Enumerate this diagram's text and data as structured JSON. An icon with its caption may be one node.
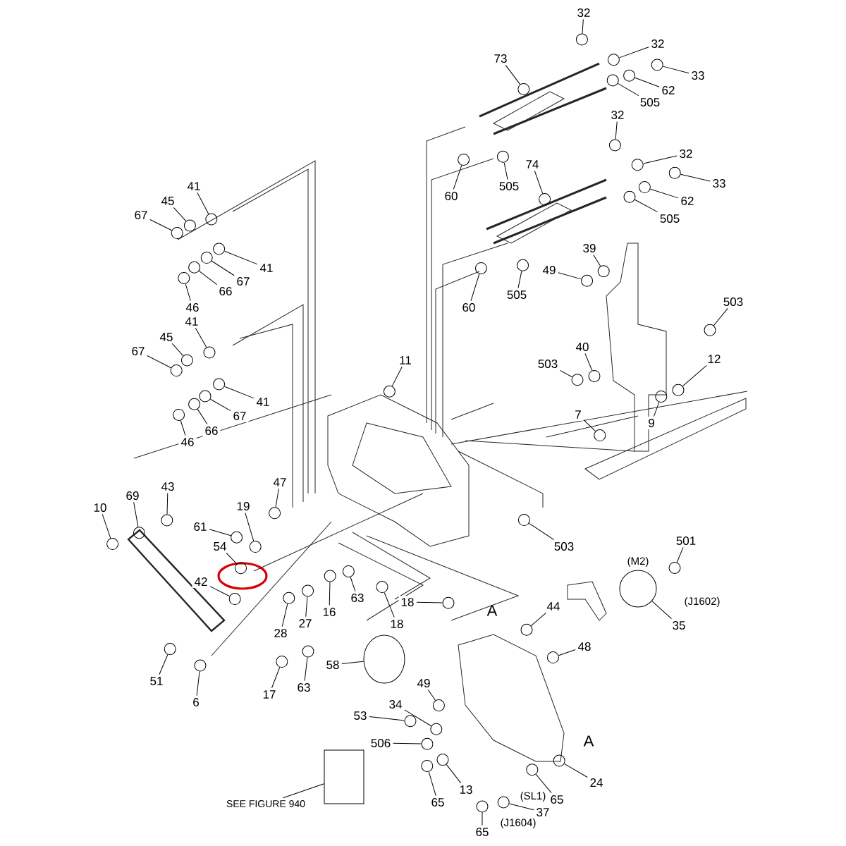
{
  "diagram": {
    "nodes": [
      {
        "text": [
          "32"
        ]
      },
      {
        "text": [
          "32"
        ]
      },
      {
        "text": [
          "73"
        ]
      },
      {
        "text": [
          "33"
        ]
      },
      {
        "text": [
          "62"
        ]
      },
      {
        "text": [
          "505"
        ]
      },
      {
        "text": [
          "32"
        ]
      },
      {
        "text": [
          "32"
        ]
      },
      {
        "text": [
          "74"
        ]
      },
      {
        "text": [
          "33"
        ]
      },
      {
        "text": [
          "62"
        ]
      },
      {
        "text": [
          "505"
        ]
      },
      {
        "text": [
          "60"
        ]
      },
      {
        "text": [
          "505"
        ]
      },
      {
        "text": [
          "60"
        ]
      },
      {
        "text": [
          "505"
        ]
      },
      {
        "text": [
          "49"
        ]
      },
      {
        "text": [
          "39"
        ]
      },
      {
        "text": [
          "503"
        ]
      },
      {
        "text": [
          "40"
        ]
      },
      {
        "text": [
          "503"
        ]
      },
      {
        "text": [
          "12"
        ]
      },
      {
        "text": [
          "9"
        ]
      },
      {
        "text": [
          "7"
        ]
      },
      {
        "text": [
          "11"
        ]
      },
      {
        "text": [
          "41"
        ]
      },
      {
        "text": [
          "45"
        ]
      },
      {
        "text": [
          "67"
        ]
      },
      {
        "text": [
          "41"
        ]
      },
      {
        "text": [
          "67"
        ]
      },
      {
        "text": [
          "66"
        ]
      },
      {
        "text": [
          "46"
        ]
      },
      {
        "text": [
          "41"
        ]
      },
      {
        "text": [
          "45"
        ]
      },
      {
        "text": [
          "67"
        ]
      },
      {
        "text": [
          "41"
        ]
      },
      {
        "text": [
          "67"
        ]
      },
      {
        "text": [
          "66"
        ]
      },
      {
        "text": [
          "46"
        ]
      },
      {
        "text": [
          "10"
        ]
      },
      {
        "text": [
          "69"
        ]
      },
      {
        "text": [
          "43"
        ]
      },
      {
        "text": [
          "47"
        ]
      },
      {
        "text": [
          "19"
        ]
      },
      {
        "text": [
          "61"
        ]
      },
      {
        "text": [
          "54"
        ]
      },
      {
        "text": [
          "42"
        ]
      },
      {
        "text": [
          "28"
        ]
      },
      {
        "text": [
          "27"
        ]
      },
      {
        "text": [
          "16"
        ]
      },
      {
        "text": [
          "63"
        ]
      },
      {
        "text": [
          "18"
        ]
      },
      {
        "text": [
          "18"
        ]
      },
      {
        "text": [
          "51"
        ]
      },
      {
        "text": [
          "6"
        ]
      },
      {
        "text": [
          "17"
        ]
      },
      {
        "text": [
          "63"
        ]
      },
      {
        "text": [
          "58"
        ]
      },
      {
        "text": [
          "503"
        ]
      },
      {
        "text": [
          "501"
        ]
      },
      {
        "text": [
          "35"
        ]
      },
      {
        "text": [
          "44"
        ]
      },
      {
        "text": [
          "48"
        ]
      },
      {
        "text": [
          "49"
        ]
      },
      {
        "text": [
          "34"
        ]
      },
      {
        "text": [
          "53"
        ]
      },
      {
        "text": [
          "506"
        ]
      },
      {
        "text": [
          "24"
        ]
      },
      {
        "text": [
          "13"
        ]
      },
      {
        "text": [
          "65"
        ]
      },
      {
        "text": [
          "65"
        ]
      },
      {
        "text": [
          "37"
        ]
      },
      {
        "text": [
          "65"
        ]
      },
      {
        "text": [
          "SEE FIGURE 940"
        ]
      },
      {
        "text": [],
        "shape": "circle"
      },
      {
        "text": [],
        "shape": "circle"
      },
      {
        "text": [],
        "shape": "circle"
      },
      {
        "text": [],
        "shape": "circle"
      },
      {
        "text": [],
        "shape": "circle"
      },
      {
        "text": [],
        "shape": "circle"
      },
      {
        "text": [],
        "shape": "circle"
      },
      {
        "text": [],
        "shape": "circle"
      },
      {
        "text": [],
        "shape": "circle"
      },
      {
        "text": [],
        "shape": "circle"
      },
      {
        "text": [],
        "shape": "circle"
      },
      {
        "text": [],
        "shape": "circle"
      },
      {
        "text": [],
        "shape": "circle"
      },
      {
        "text": [],
        "shape": "circle"
      },
      {
        "text": [],
        "shape": "circle"
      },
      {
        "text": [],
        "shape": "circle"
      },
      {
        "text": [],
        "shape": "circle"
      },
      {
        "text": [],
        "shape": "circle"
      },
      {
        "text": [],
        "shape": "circle"
      },
      {
        "text": [],
        "shape": "circle"
      },
      {
        "text": [],
        "shape": "circle"
      },
      {
        "text": [],
        "shape": "circle"
      },
      {
        "text": [],
        "shape": "circle"
      },
      {
        "text": [],
        "shape": "circle"
      },
      {
        "text": [],
        "shape": "circle"
      },
      {
        "text": [],
        "shape": "circle"
      },
      {
        "text": [],
        "shape": "circle"
      },
      {
        "text": [],
        "shape": "circle"
      },
      {
        "text": [],
        "shape": "circle"
      },
      {
        "text": [],
        "shape": "circle"
      },
      {
        "text": [],
        "shape": "circle"
      },
      {
        "text": [],
        "shape": "circle"
      },
      {
        "text": [],
        "shape": "circle"
      },
      {
        "text": [],
        "shape": "circle"
      },
      {
        "text": [],
        "shape": "circle"
      },
      {
        "text": [],
        "shape": "circle"
      },
      {
        "text": [],
        "shape": "circle"
      },
      {
        "text": [],
        "shape": "circle"
      },
      {
        "text": [],
        "shape": "circle"
      },
      {
        "text": [],
        "shape": "circle"
      },
      {
        "text": [],
        "shape": "circle"
      },
      {
        "text": [],
        "shape": "circle"
      },
      {
        "text": [],
        "shape": "circle"
      },
      {
        "text": [],
        "shape": "circle"
      },
      {
        "text": [],
        "shape": "circle"
      },
      {
        "text": [],
        "shape": "circle"
      },
      {
        "text": [],
        "shape": "circle"
      },
      {
        "text": [],
        "shape": "circle"
      },
      {
        "text": [],
        "shape": "circle"
      },
      {
        "text": [],
        "shape": "circle"
      },
      {
        "text": [],
        "shape": "circle"
      },
      {
        "text": [],
        "shape": "circle"
      },
      {
        "text": [],
        "shape": "circle"
      },
      {
        "text": [],
        "shape": "circle"
      },
      {
        "text": [],
        "shape": "circle"
      },
      {
        "text": [],
        "shape": "circle"
      },
      {
        "text": [],
        "shape": "circle"
      },
      {
        "text": [],
        "shape": "circle"
      },
      {
        "text": [],
        "shape": "circle"
      },
      {
        "text": [],
        "shape": "circle"
      },
      {
        "text": [],
        "shape": "circle"
      },
      {
        "text": [],
        "shape": "circle"
      },
      {
        "text": [],
        "shape": "circle"
      },
      {
        "text": [],
        "shape": "circle"
      },
      {
        "text": [],
        "shape": "circle"
      },
      {
        "text": [],
        "shape": "circle"
      },
      {
        "text": [],
        "shape": "circle"
      },
      {
        "text": [],
        "shape": "circle"
      },
      {
        "text": [],
        "shape": "circle"
      },
      {
        "text": [],
        "shape": "circle"
      },
      {
        "text": [],
        "shape": "circle"
      },
      {
        "text": [],
        "shape": "circle"
      },
      {
        "text": [],
        "shape": "circle"
      },
      {
        "text": [],
        "shape": "box"
      }
    ],
    "edges": [
      {
        "from": 0,
        "to": 74,
        "arrow": "none"
      },
      {
        "from": 1,
        "to": 75,
        "arrow": "none"
      },
      {
        "from": 2,
        "to": 76,
        "arrow": "none"
      },
      {
        "from": 3,
        "to": 77,
        "arrow": "none"
      },
      {
        "from": 4,
        "to": 78,
        "arrow": "none"
      },
      {
        "from": 5,
        "to": 79,
        "arrow": "none"
      },
      {
        "from": 6,
        "to": 80,
        "arrow": "none"
      },
      {
        "from": 7,
        "to": 81,
        "arrow": "none"
      },
      {
        "from": 8,
        "to": 82,
        "arrow": "none"
      },
      {
        "from": 9,
        "to": 83,
        "arrow": "none"
      },
      {
        "from": 10,
        "to": 84,
        "arrow": "none"
      },
      {
        "from": 11,
        "to": 85,
        "arrow": "none"
      },
      {
        "from": 12,
        "to": 86,
        "arrow": "none"
      },
      {
        "from": 13,
        "to": 87,
        "arrow": "none"
      },
      {
        "from": 14,
        "to": 88,
        "arrow": "none"
      },
      {
        "from": 15,
        "to": 89,
        "arrow": "none"
      },
      {
        "from": 16,
        "to": 90,
        "arrow": "none"
      },
      {
        "from": 17,
        "to": 91,
        "arrow": "none"
      },
      {
        "from": 18,
        "to": 92,
        "arrow": "none"
      },
      {
        "from": 19,
        "to": 93,
        "arrow": "none"
      },
      {
        "from": 20,
        "to": 94,
        "arrow": "none"
      },
      {
        "from": 21,
        "to": 95,
        "arrow": "none"
      },
      {
        "from": 22,
        "to": 96,
        "arrow": "none"
      },
      {
        "from": 23,
        "to": 97,
        "arrow": "none"
      },
      {
        "from": 24,
        "to": 98,
        "arrow": "none"
      },
      {
        "from": 25,
        "to": 99,
        "arrow": "none"
      },
      {
        "from": 26,
        "to": 100,
        "arrow": "none"
      },
      {
        "from": 27,
        "to": 101,
        "arrow": "none"
      },
      {
        "from": 28,
        "to": 102,
        "arrow": "none"
      },
      {
        "from": 29,
        "to": 103,
        "arrow": "none"
      },
      {
        "from": 30,
        "to": 104,
        "arrow": "none"
      },
      {
        "from": 31,
        "to": 105,
        "arrow": "none"
      },
      {
        "from": 32,
        "to": 106,
        "arrow": "none"
      },
      {
        "from": 33,
        "to": 107,
        "arrow": "none"
      },
      {
        "from": 34,
        "to": 108,
        "arrow": "none"
      },
      {
        "from": 35,
        "to": 109,
        "arrow": "none"
      },
      {
        "from": 36,
        "to": 110,
        "arrow": "none"
      },
      {
        "from": 37,
        "to": 111,
        "arrow": "none"
      },
      {
        "from": 38,
        "to": 112,
        "arrow": "none"
      },
      {
        "from": 39,
        "to": 113,
        "arrow": "none"
      },
      {
        "from": 40,
        "to": 114,
        "arrow": "none"
      },
      {
        "from": 41,
        "to": 115,
        "arrow": "none"
      },
      {
        "from": 42,
        "to": 116,
        "arrow": "none"
      },
      {
        "from": 43,
        "to": 117,
        "arrow": "none"
      },
      {
        "from": 44,
        "to": 118,
        "arrow": "none"
      },
      {
        "from": 45,
        "to": 119,
        "arrow": "none"
      },
      {
        "from": 46,
        "to": 120,
        "arrow": "none"
      },
      {
        "from": 47,
        "to": 121,
        "arrow": "none"
      },
      {
        "from": 48,
        "to": 122,
        "arrow": "none"
      },
      {
        "from": 49,
        "to": 123,
        "arrow": "none"
      },
      {
        "from": 50,
        "to": 124,
        "arrow": "none"
      },
      {
        "from": 51,
        "to": 125,
        "arrow": "none"
      },
      {
        "from": 52,
        "to": 126,
        "arrow": "none"
      },
      {
        "from": 53,
        "to": 127,
        "arrow": "none"
      },
      {
        "from": 54,
        "to": 128,
        "arrow": "none"
      },
      {
        "from": 55,
        "to": 129,
        "arrow": "none"
      },
      {
        "from": 56,
        "to": 130,
        "arrow": "none"
      },
      {
        "from": 57,
        "to": 131,
        "arrow": "none"
      },
      {
        "from": 58,
        "to": 132,
        "arrow": "none"
      },
      {
        "from": 59,
        "to": 133,
        "arrow": "none"
      },
      {
        "from": 60,
        "to": 134,
        "arrow": "none"
      },
      {
        "from": 61,
        "to": 135,
        "arrow": "none"
      },
      {
        "from": 62,
        "to": 136,
        "arrow": "none"
      },
      {
        "from": 63,
        "to": 137,
        "arrow": "none"
      },
      {
        "from": 64,
        "to": 138,
        "arrow": "none"
      },
      {
        "from": 65,
        "to": 139,
        "arrow": "none"
      },
      {
        "from": 66,
        "to": 140,
        "arrow": "none"
      },
      {
        "from": 67,
        "to": 141,
        "arrow": "none"
      },
      {
        "from": 68,
        "to": 142,
        "arrow": "none"
      },
      {
        "from": 69,
        "to": 143,
        "arrow": "none"
      },
      {
        "from": 70,
        "to": 144,
        "arrow": "none"
      },
      {
        "from": 71,
        "to": 145,
        "arrow": "none"
      },
      {
        "from": 72,
        "to": 146,
        "arrow": "none"
      },
      {
        "from": 73,
        "to": 147,
        "arrow": "none"
      }
    ],
    "labels": [
      "A",
      "(M2)",
      "(J1602)",
      "A",
      "(SL1)",
      "(J1604)"
    ]
  }
}
